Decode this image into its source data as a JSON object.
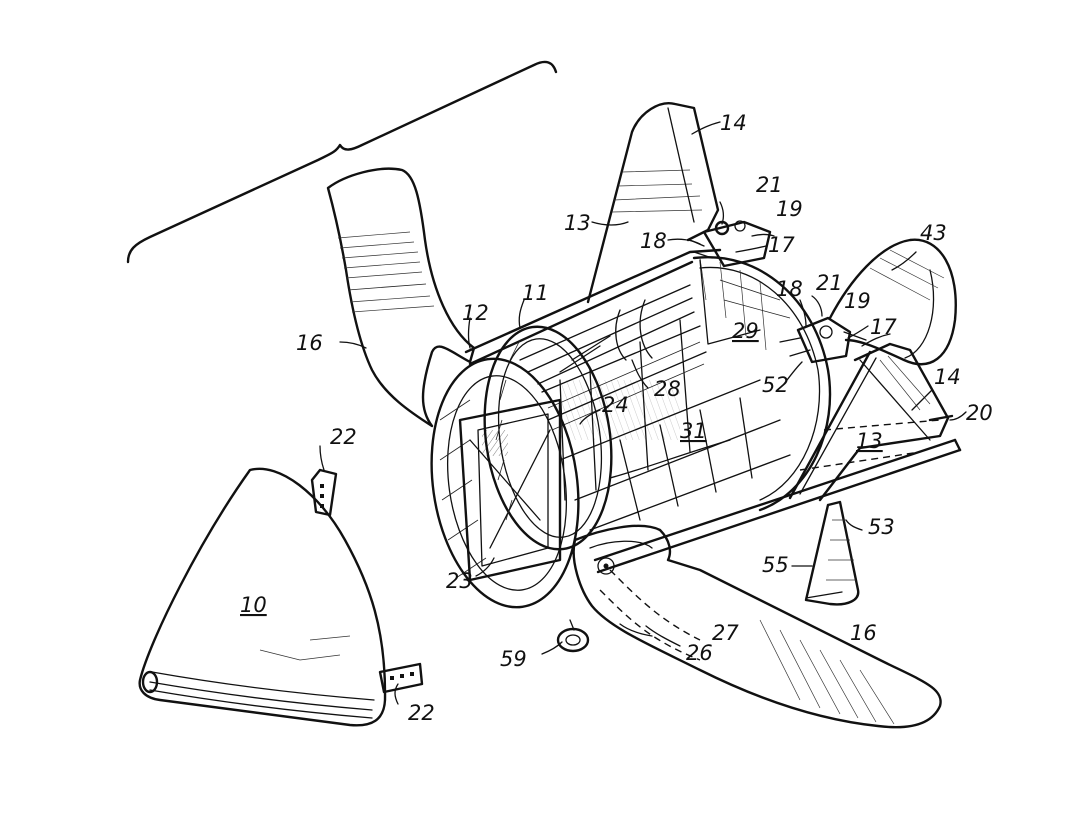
{
  "figure": {
    "labels": {
      "nose_cone": "10",
      "frame_ring_11": "11",
      "frame_ring_12": "12",
      "fin_13_top": "13",
      "fin_13_lower": "13",
      "tail_fin_14_top": "14",
      "tail_fin_14_lower": "14",
      "wing_16_left": "16",
      "wing_16_right": "16",
      "hinge_17_top": "17",
      "hinge_17_right": "17",
      "bracket_18_top": "18",
      "bracket_18_right": "18",
      "pivot_19_top": "19",
      "pivot_19_right": "19",
      "flange_20": "20",
      "pin_21_top": "21",
      "pin_21_right": "21",
      "lug_22_top": "22",
      "lug_22_bottom": "22",
      "front_ring_23": "23",
      "ring_24": "24",
      "wing_root_26": "26",
      "wing_spar_27": "27",
      "tube_28": "28",
      "bulkhead_29": "29",
      "compartment_31": "31",
      "exhaust_43": "43",
      "rod_52": "52",
      "ventral_fin_53": "53",
      "fin_base_55": "55",
      "wheel_59": "59"
    }
  }
}
